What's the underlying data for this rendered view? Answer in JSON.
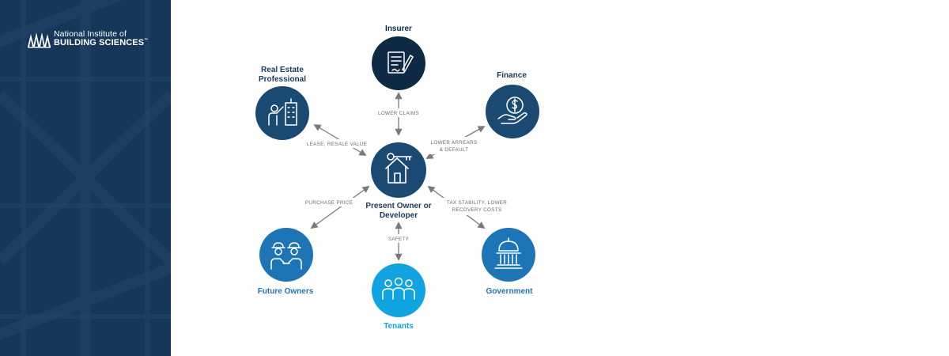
{
  "logo": {
    "line1": "National Institute of",
    "line2": "BUILDING SCIENCES",
    "trademark": "™"
  },
  "colors": {
    "sidebar": "#17375a",
    "dark_navy": "#0f2a44",
    "navy": "#1a4a72",
    "blue": "#1e75b5",
    "light_blue": "#12a4e0",
    "arrow": "#7a7a7a"
  },
  "diagram": {
    "center": {
      "label_line1": "Present Owner or",
      "label_line2": "Developer",
      "icon": "house-key-icon"
    },
    "nodes": [
      {
        "id": "insurer",
        "label_line1": "Insurer",
        "label_line2": "",
        "icon": "document-pen-icon"
      },
      {
        "id": "finance",
        "label_line1": "Finance",
        "label_line2": "",
        "icon": "dollar-hand-icon"
      },
      {
        "id": "real-estate",
        "label_line1": "Real Estate",
        "label_line2": "Professional",
        "icon": "presenter-building-icon"
      },
      {
        "id": "future-owners",
        "label_line1": "Future Owners",
        "label_line2": "",
        "icon": "handshake-icon"
      },
      {
        "id": "tenants",
        "label_line1": "Tenants",
        "label_line2": "",
        "icon": "people-icon"
      },
      {
        "id": "government",
        "label_line1": "Government",
        "label_line2": "",
        "icon": "capitol-icon"
      }
    ],
    "edges": [
      {
        "id": "insurer",
        "label_line1": "LOWER CLAIMS",
        "label_line2": ""
      },
      {
        "id": "finance",
        "label_line1": "LOWER ARREARS",
        "label_line2": "& DEFAULT"
      },
      {
        "id": "real-estate",
        "label_line1": "LEASE, RESALE VALUE",
        "label_line2": ""
      },
      {
        "id": "future-owners",
        "label_line1": "PURCHASE PRICE",
        "label_line2": ""
      },
      {
        "id": "tenants",
        "label_line1": "SAFETY",
        "label_line2": ""
      },
      {
        "id": "government",
        "label_line1": "TAX STABILITY, LOWER",
        "label_line2": "RECOVERY COSTS"
      }
    ]
  }
}
